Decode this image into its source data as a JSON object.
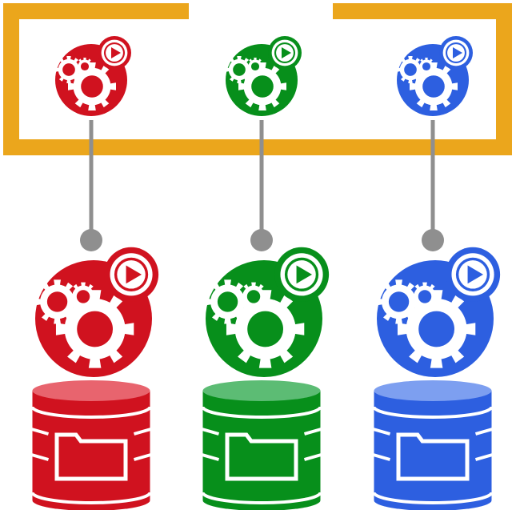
{
  "colors": {
    "frame": "#eba61c",
    "connector": "#8f8f8f",
    "red": "#d0121f",
    "red_light": "#e8646e",
    "green": "#078f1b",
    "green_light": "#5cbc74",
    "blue": "#2d5fe0",
    "blue_light": "#7d9ff0",
    "white": "#ffffff"
  },
  "icons": {
    "process": "gears-play-icon",
    "storage": "database-folder-icon"
  },
  "columns": [
    {
      "id": "red",
      "color_key": "red",
      "light_key": "red_light"
    },
    {
      "id": "green",
      "color_key": "green",
      "light_key": "green_light"
    },
    {
      "id": "blue",
      "color_key": "blue",
      "light_key": "blue_light"
    }
  ]
}
